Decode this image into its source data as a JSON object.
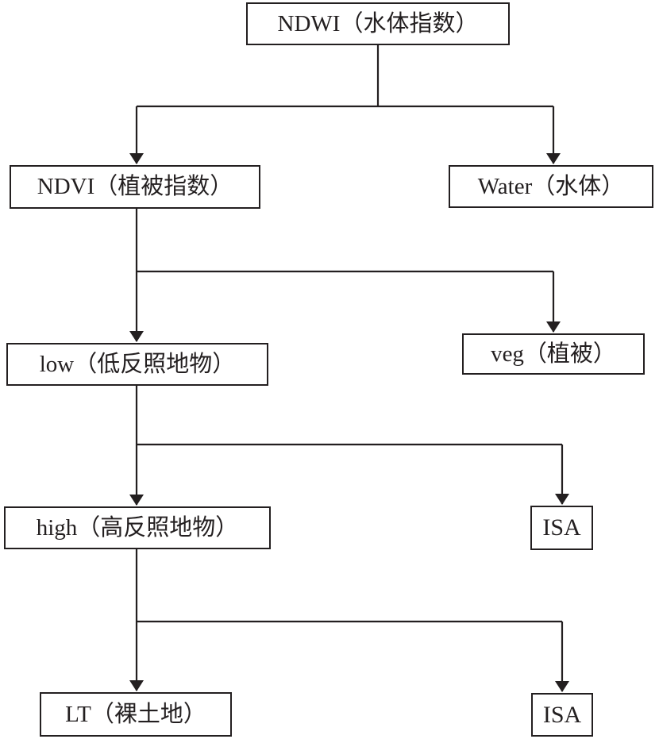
{
  "diagram": {
    "type": "flowchart",
    "background_color": "#ffffff",
    "line_color": "#231f20",
    "text_color": "#231f20",
    "nodes": [
      {
        "id": "ndwi",
        "label": "NDWI（水体指数）"
      },
      {
        "id": "ndvi",
        "label": "NDVI（植被指数）"
      },
      {
        "id": "water",
        "label": "Water（水体）"
      },
      {
        "id": "low",
        "label": "low（低反照地物）"
      },
      {
        "id": "veg",
        "label": "veg（植被）"
      },
      {
        "id": "high",
        "label": "high（高反照地物）"
      },
      {
        "id": "isa1",
        "label": "ISA"
      },
      {
        "id": "lt",
        "label": "LT（裸土地）"
      },
      {
        "id": "isa2",
        "label": "ISA"
      }
    ],
    "edges": [
      {
        "from": "ndwi",
        "to": "ndvi"
      },
      {
        "from": "ndwi",
        "to": "water"
      },
      {
        "from": "ndvi",
        "to": "low"
      },
      {
        "from": "ndvi",
        "to": "veg"
      },
      {
        "from": "low",
        "to": "high"
      },
      {
        "from": "low",
        "to": "isa1"
      },
      {
        "from": "high",
        "to": "lt"
      },
      {
        "from": "high",
        "to": "isa2"
      }
    ]
  }
}
